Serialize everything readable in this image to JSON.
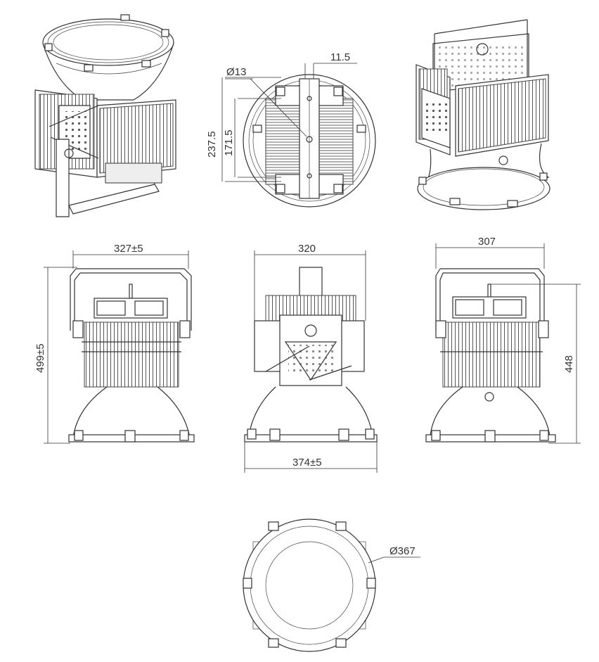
{
  "dimensions": {
    "bracket_hole_diameter": "Ø13",
    "bracket_slot_width": "11.5",
    "top_outer_height": "237.5",
    "top_inner_height": "171.5",
    "front_width": "327±5",
    "front_height": "499±5",
    "side_width": "320",
    "reflector_width": "374±5",
    "right_width": "307",
    "right_height": "448",
    "lens_diameter": "Ø367"
  }
}
